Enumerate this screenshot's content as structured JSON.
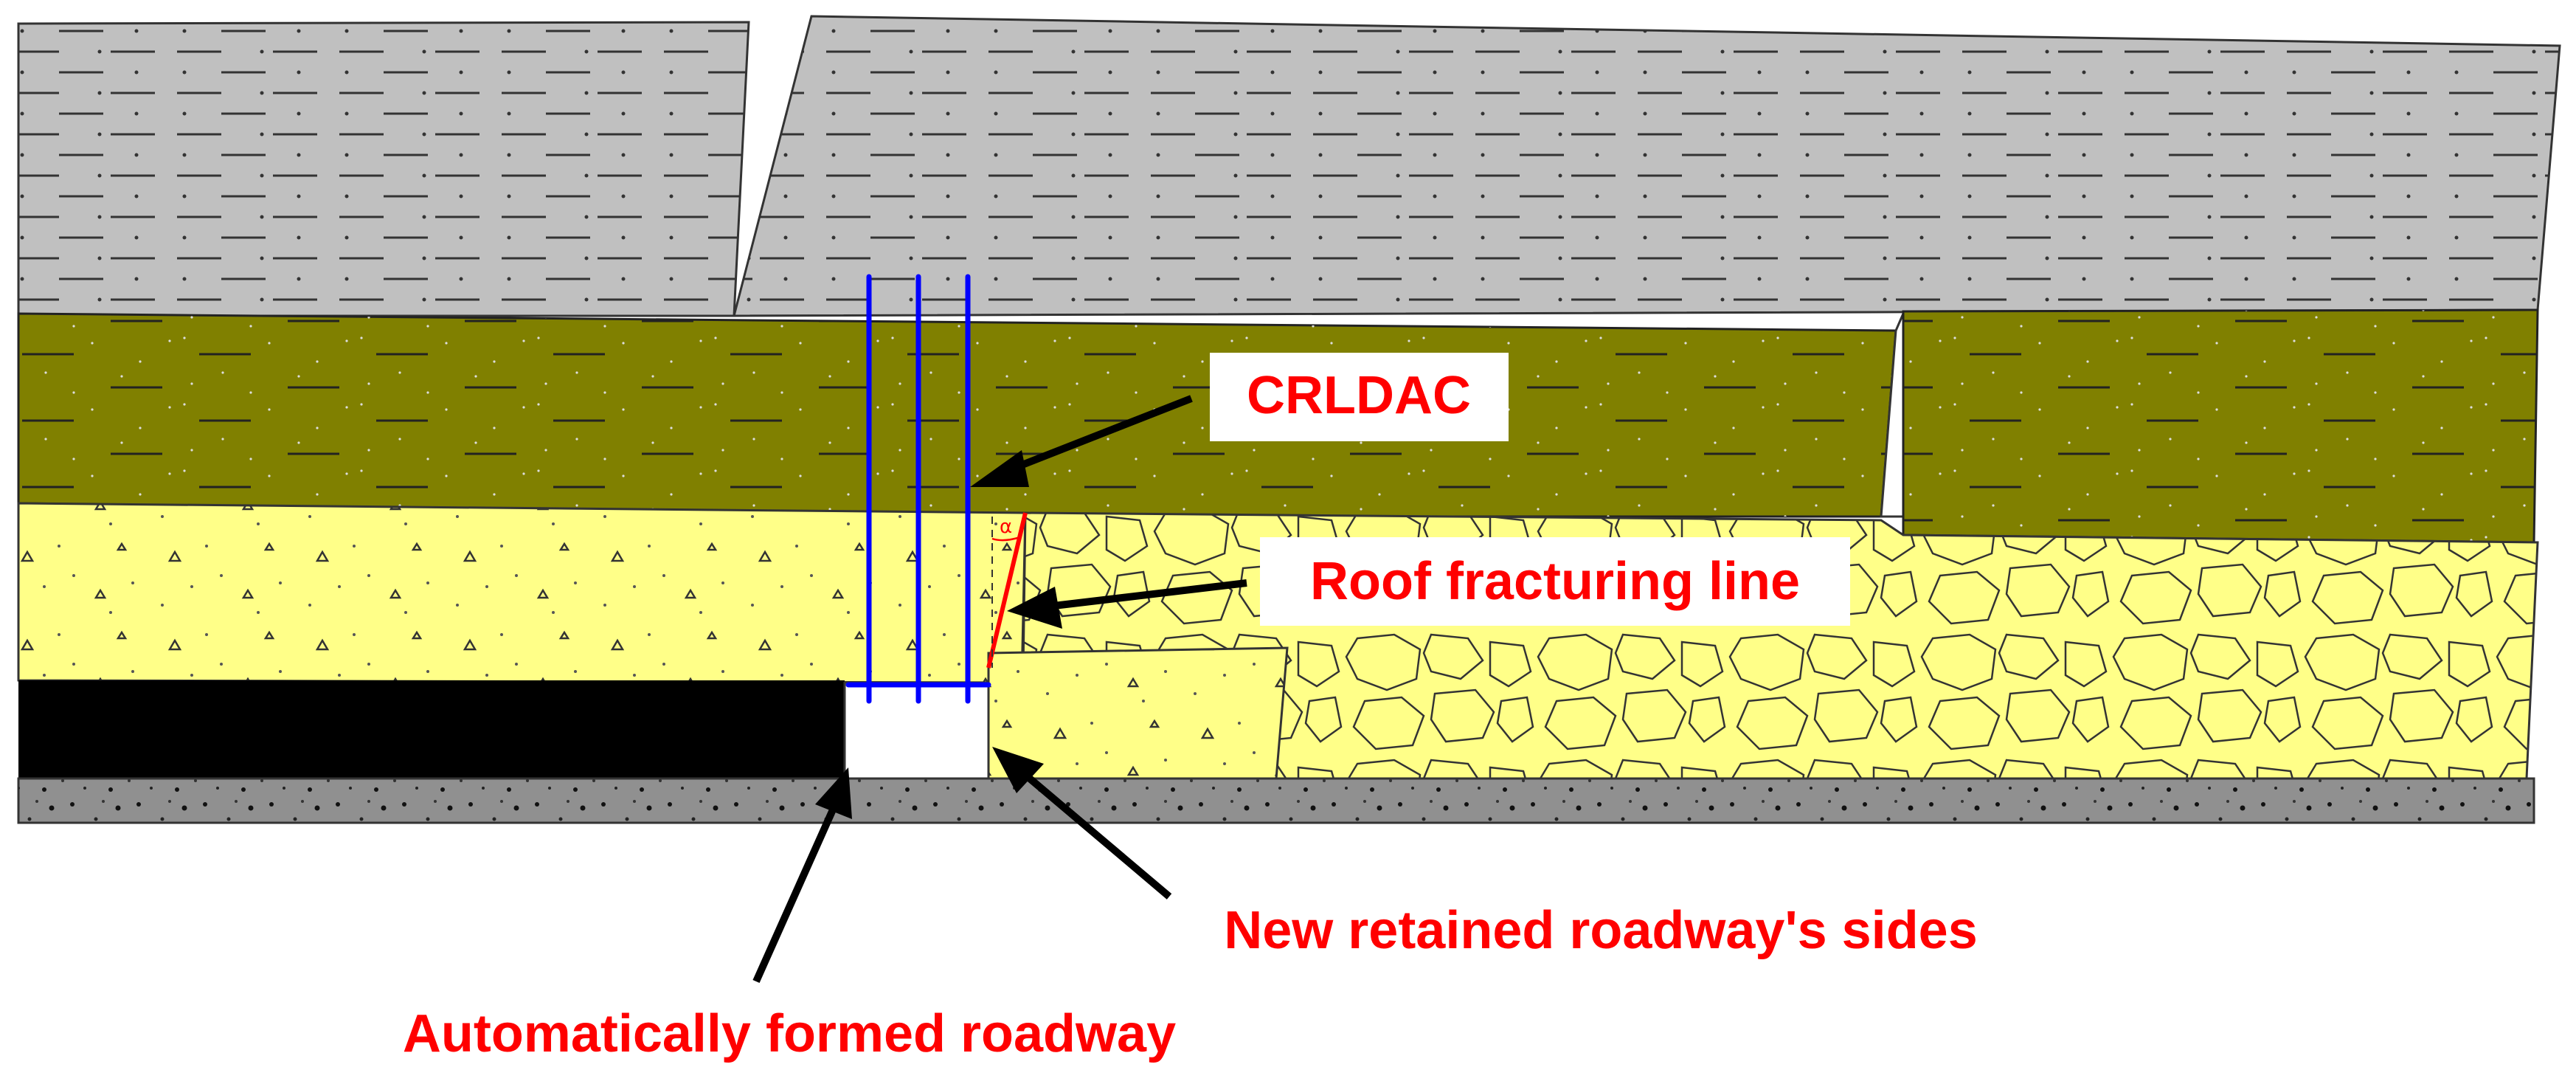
{
  "labels": {
    "crldac": "CRLDAC",
    "roof_fracturing_line": "Roof fracturing line",
    "new_retained_sides": "New retained roadway's sides",
    "auto_formed_roadway": "Automatically formed roadway",
    "angle_symbol": "α"
  },
  "colors": {
    "upper_strata": "#c0c0c0",
    "main_roof": "#808000",
    "immediate_roof": "#ffff88",
    "coal_seam": "#000000",
    "floor": "#909090",
    "anchor_cables": "#0000ff",
    "fracture_line": "#ff0000",
    "label_text": "#ff0000",
    "outline": "#333333"
  }
}
